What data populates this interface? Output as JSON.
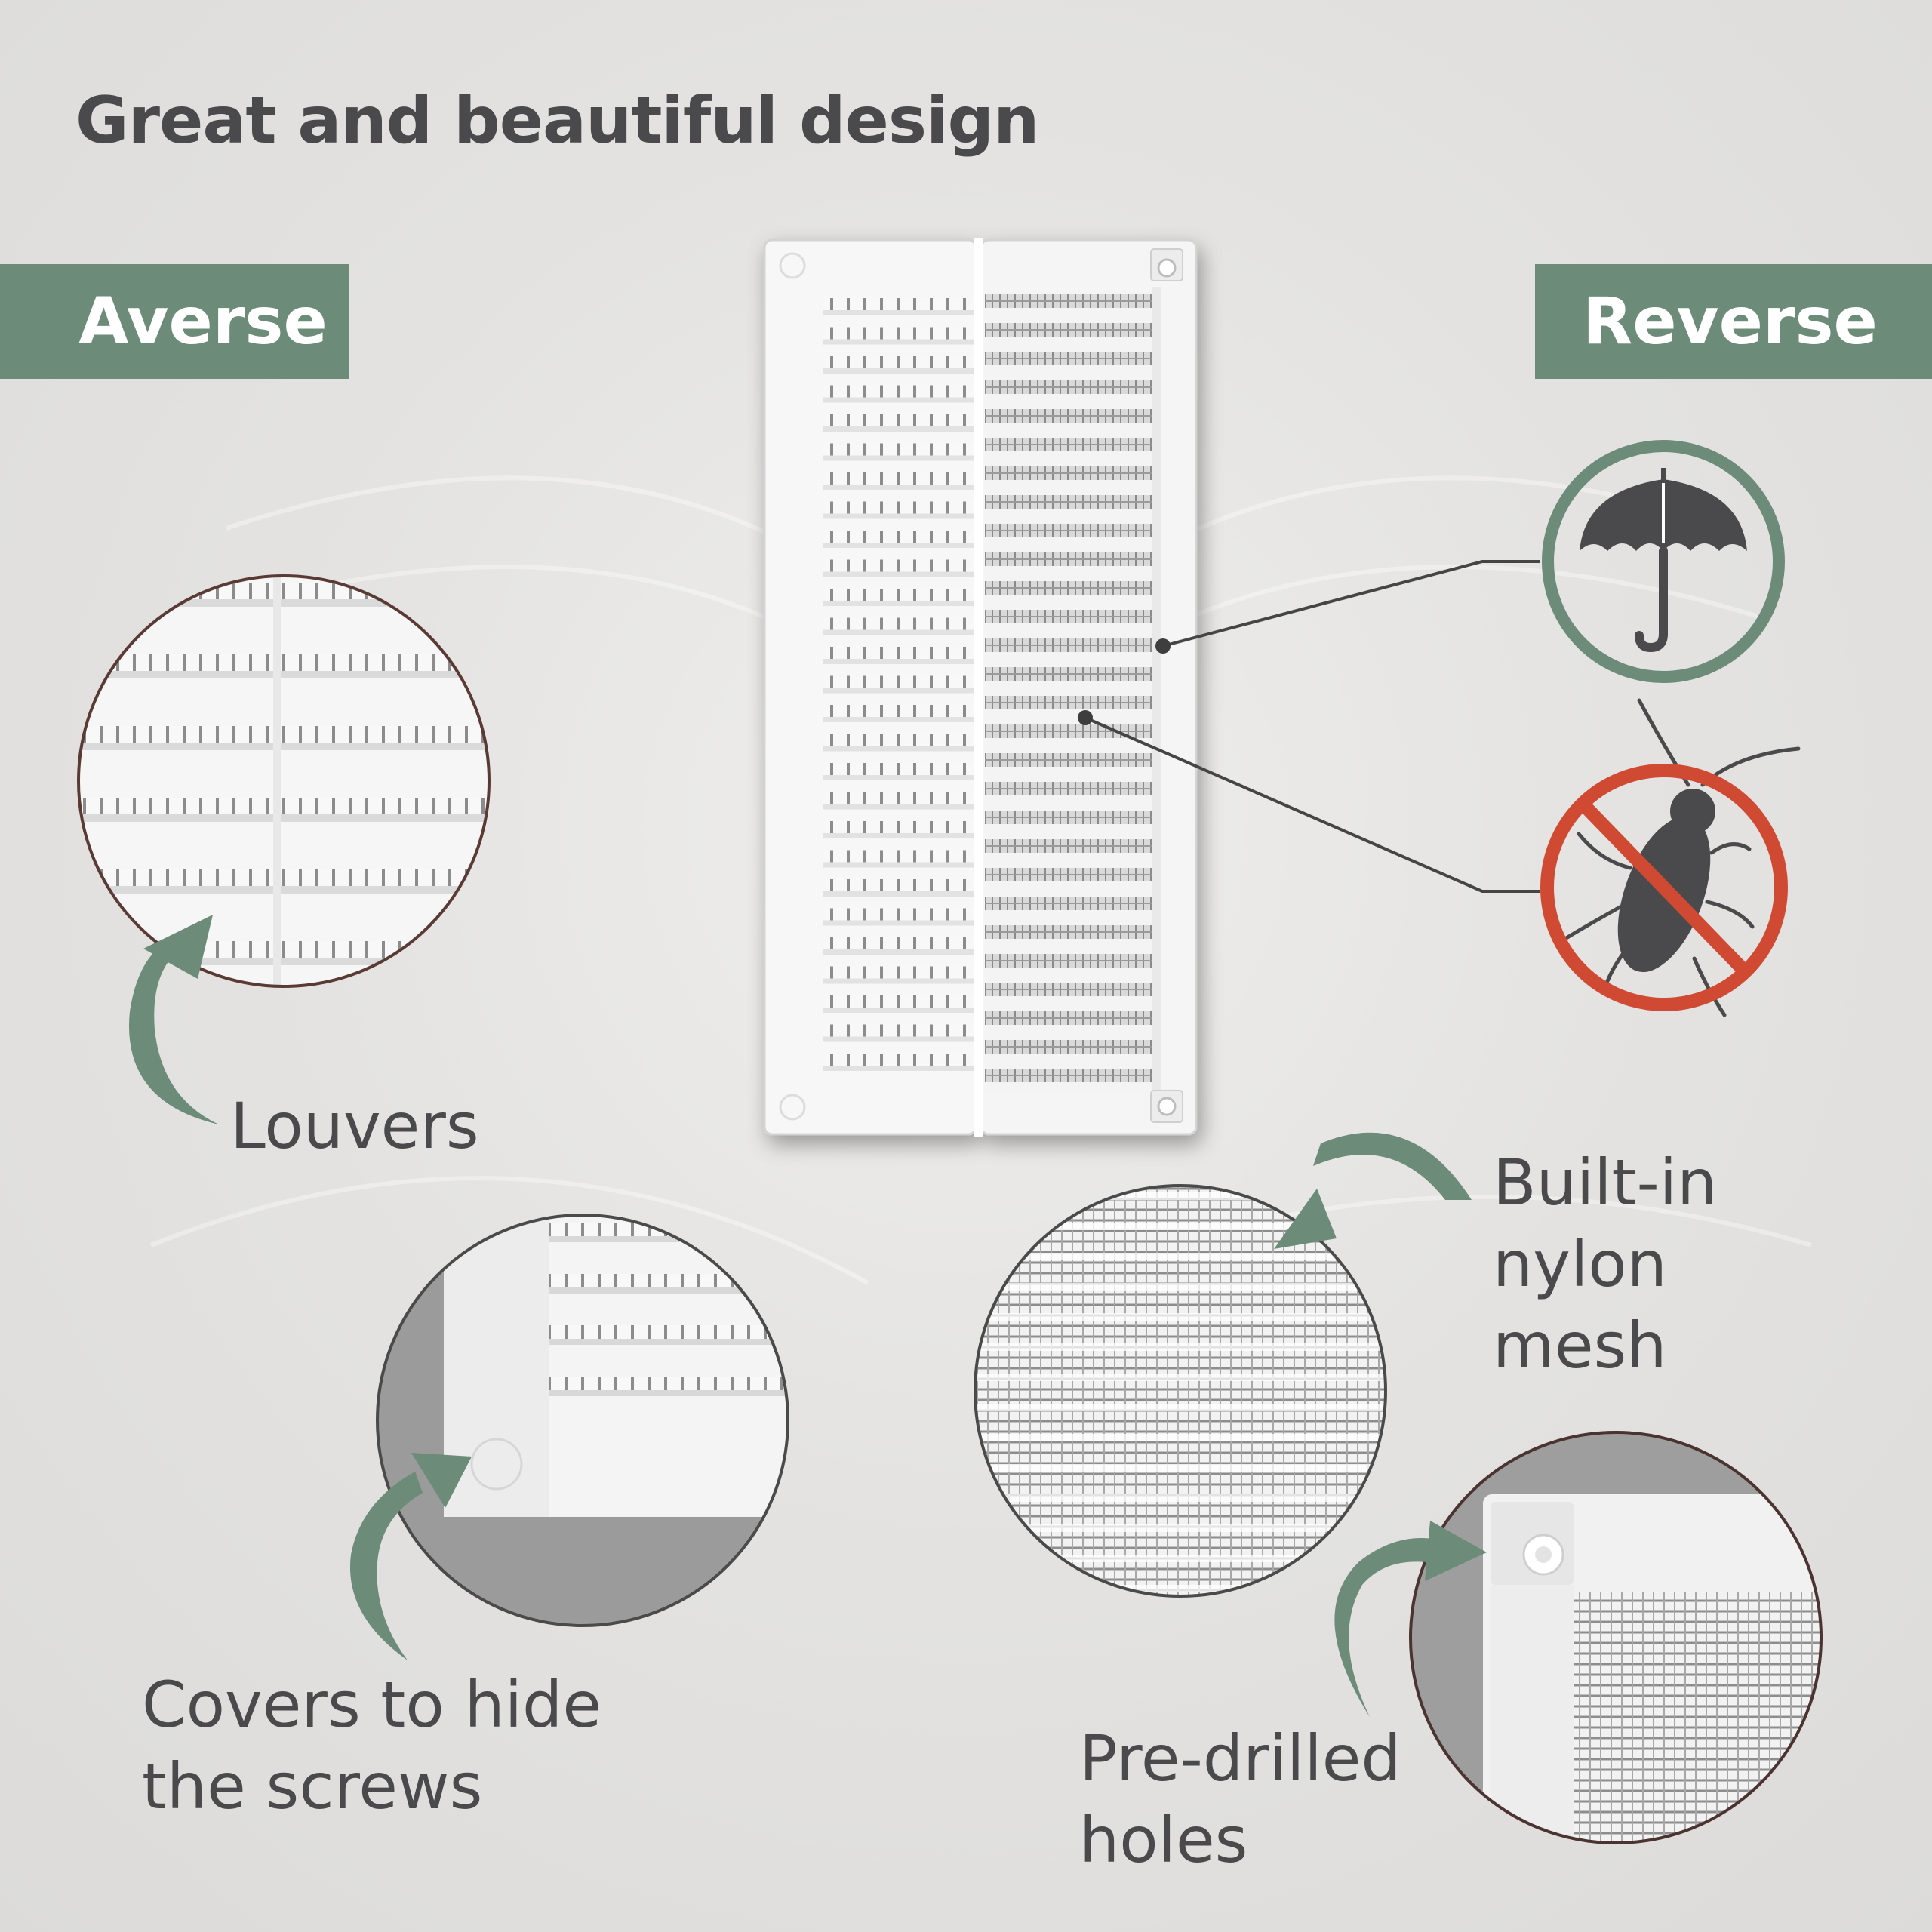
{
  "heading": "Great and beautiful design",
  "banners": {
    "averse": "Averse",
    "reverse": "Reverse"
  },
  "callouts": {
    "louvers": "Louvers",
    "screw_covers": [
      "Covers to hide",
      "the screws"
    ],
    "nylon_mesh": [
      "Built-in",
      "nylon",
      "mesh"
    ],
    "pre_drilled": [
      "Pre-drilled",
      "holes"
    ]
  },
  "icons": {
    "rain_protection": "umbrella-icon",
    "insect_protection": "no-insects-icon"
  },
  "colors": {
    "accent_green": "#6c8b79",
    "text_dark": "#4a4a4c",
    "prohibition_red": "#d04a33",
    "icon_dark": "#4a4a4c"
  }
}
